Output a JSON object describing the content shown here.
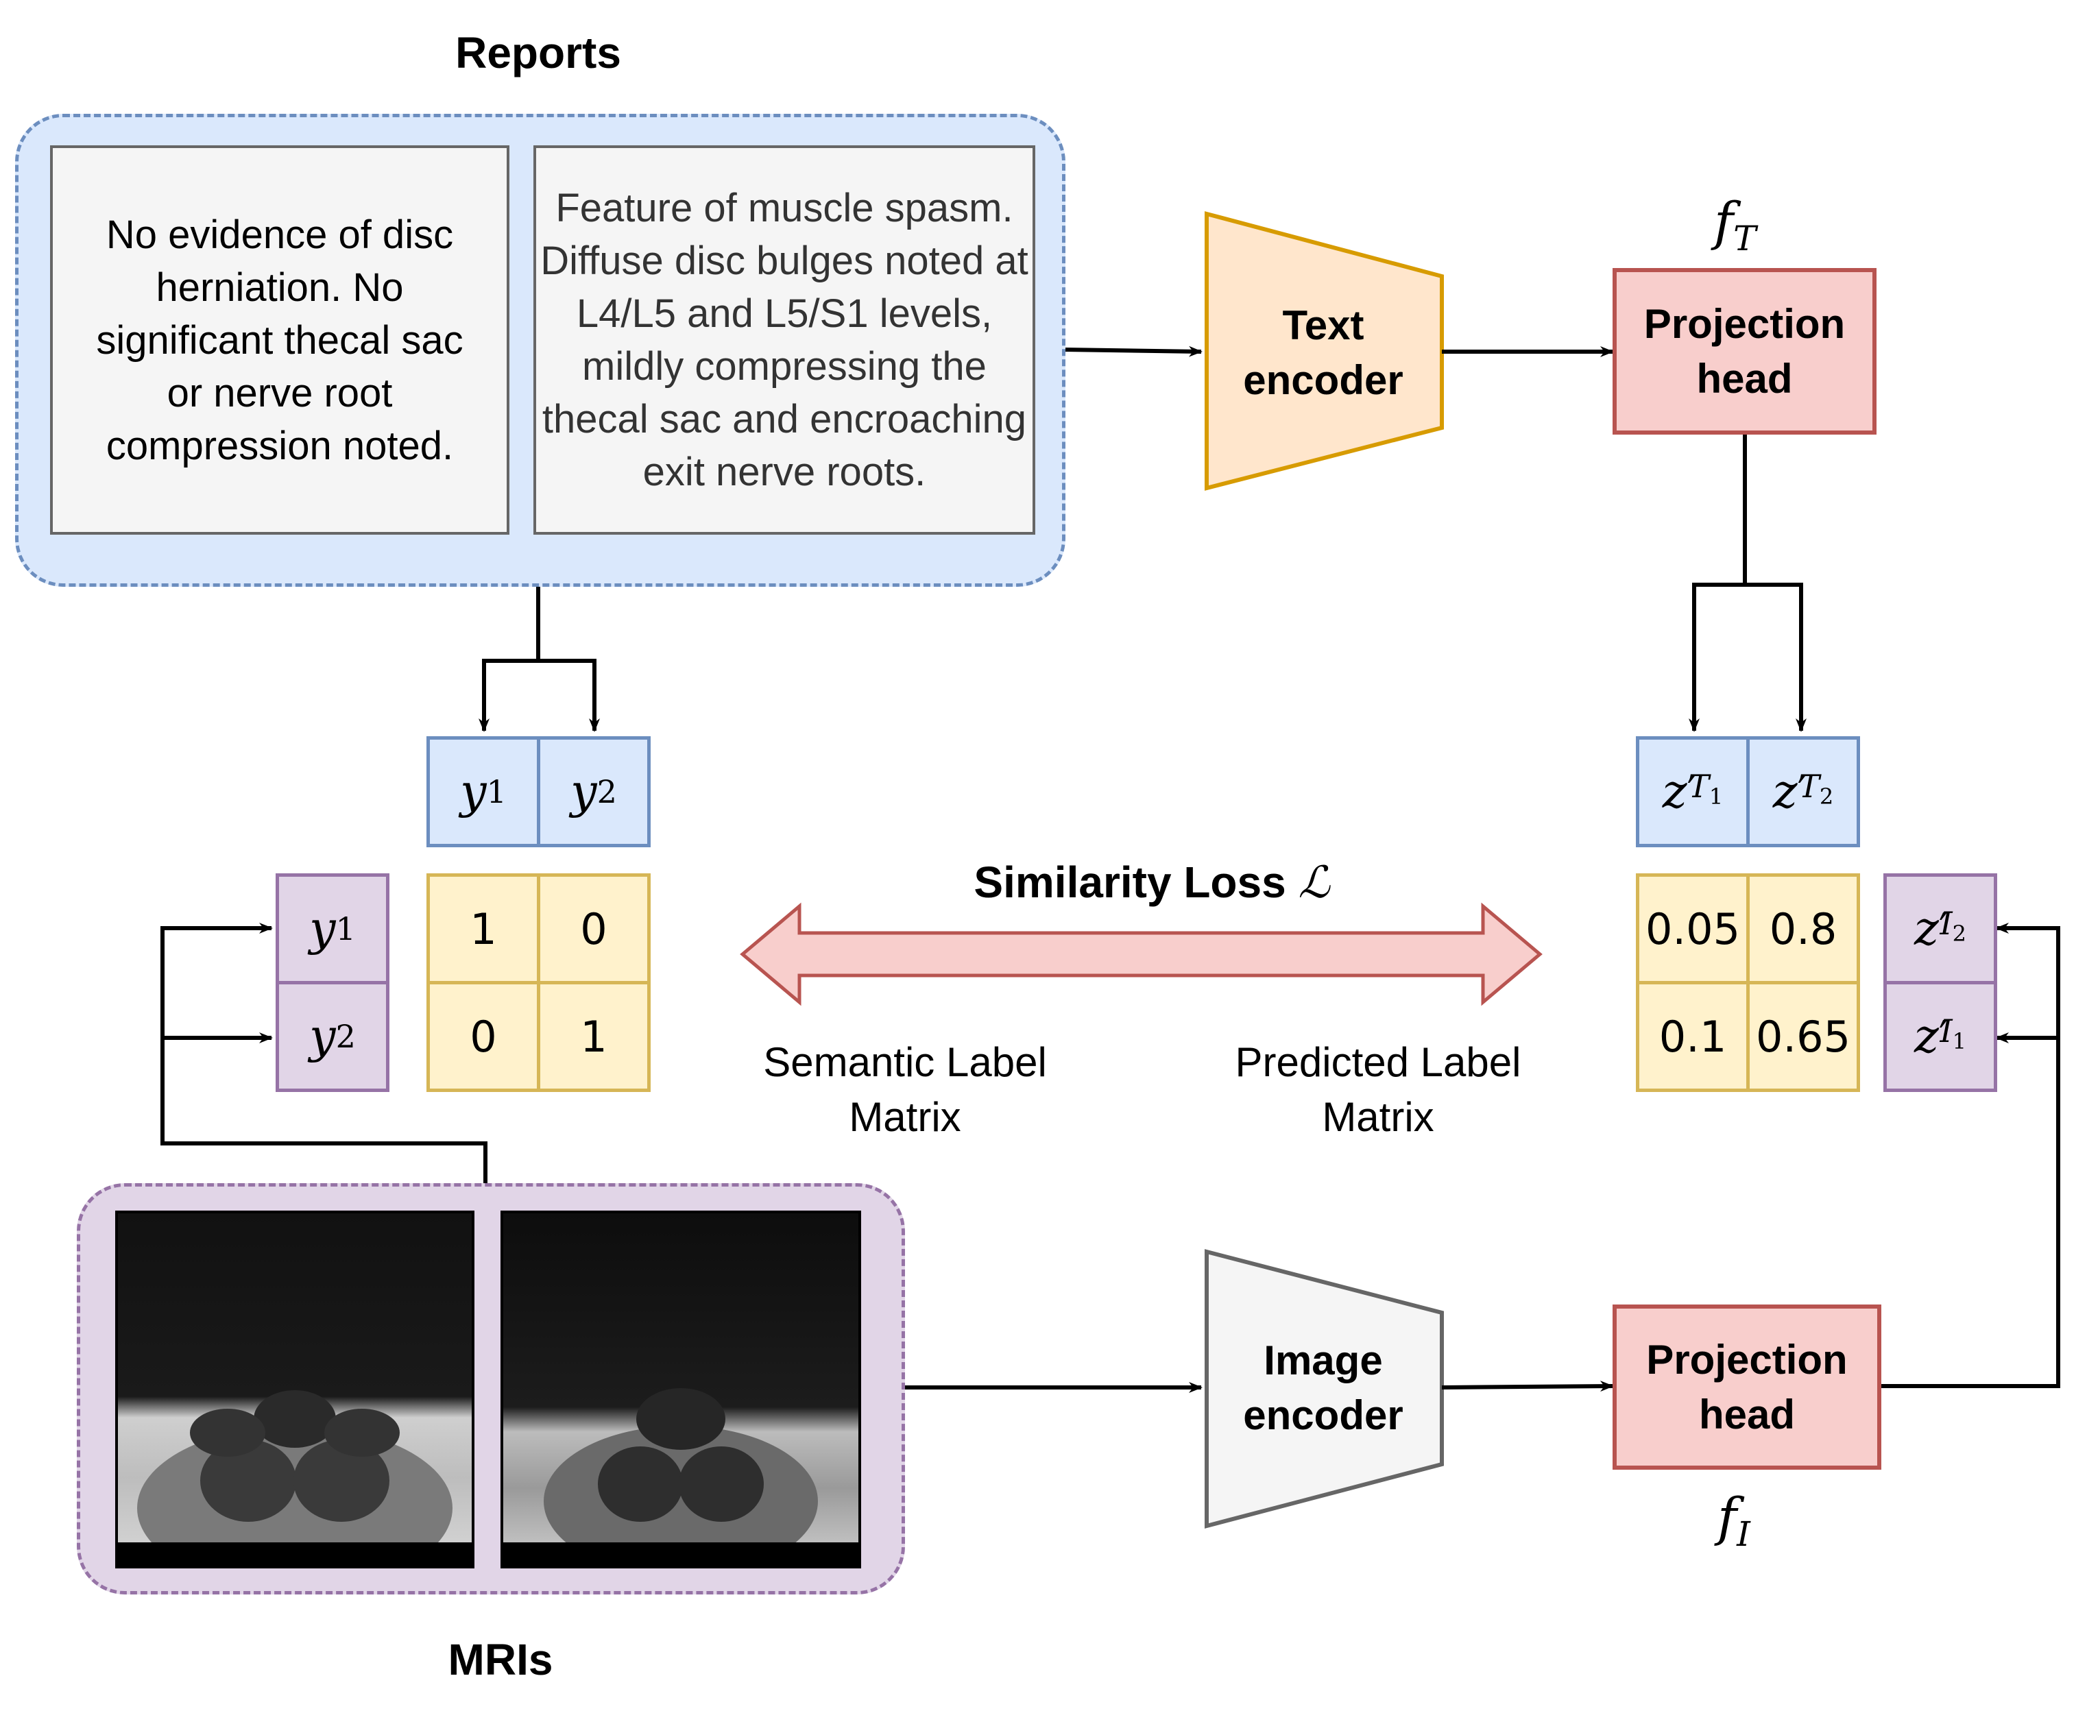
{
  "groups": {
    "reports_title": "Reports",
    "mris_title": "MRIs"
  },
  "reports": [
    "No evidence of disc herniation. No significant thecal sac or nerve root compression noted.",
    "Feature of muscle spasm. Diffuse disc bulges noted at L4/L5 and L5/S1 levels, mildly compressing the thecal sac and encroaching exit nerve roots."
  ],
  "encoders": {
    "text": "Text encoder",
    "image": "Image encoder"
  },
  "projection_heads": {
    "text": "Projection head",
    "image": "Projection head"
  },
  "functions": {
    "text_base": "f",
    "text_sub": "T",
    "image_base": "f",
    "image_sub": "I"
  },
  "labels": {
    "y1_base": "y",
    "y1_sub": "1",
    "y2_base": "y",
    "y2_sub": "2",
    "zT1_base": "z",
    "zT1_sub": "T",
    "zT1_subsub": "1",
    "zT2_base": "z",
    "zT2_sub": "T",
    "zT2_subsub": "2",
    "zI2_base": "z",
    "zI2_sub": "I",
    "zI2_subsub": "2",
    "zI1_base": "z",
    "zI1_sub": "I",
    "zI1_subsub": "1",
    "prime": "′"
  },
  "semantic_matrix": [
    [
      "1",
      "0"
    ],
    [
      "0",
      "1"
    ]
  ],
  "predicted_matrix": [
    [
      "0.05",
      "0.8"
    ],
    [
      "0.1",
      "0.65"
    ]
  ],
  "loss": {
    "title": "Similarity Loss",
    "symbol": "ℒ"
  },
  "matrix_captions": {
    "semantic": "Semantic Label Matrix",
    "predicted": "Predicted Label Matrix"
  },
  "colors": {
    "reports_fill": "#dae8fc",
    "reports_border": "#6c8ebf",
    "mris_fill": "#e1d5e7",
    "mris_border": "#9673a6",
    "text_encoder_fill": "#ffe6cc",
    "text_encoder_border": "#d79b00",
    "image_encoder_fill": "#f5f5f5",
    "image_encoder_border": "#666666",
    "projection_fill": "#f8cecc",
    "projection_border": "#b85450",
    "matrix_fill": "#fff2cc",
    "matrix_border": "#d6b656",
    "arrow_fill": "#f8cecc",
    "arrow_border": "#b85450"
  }
}
